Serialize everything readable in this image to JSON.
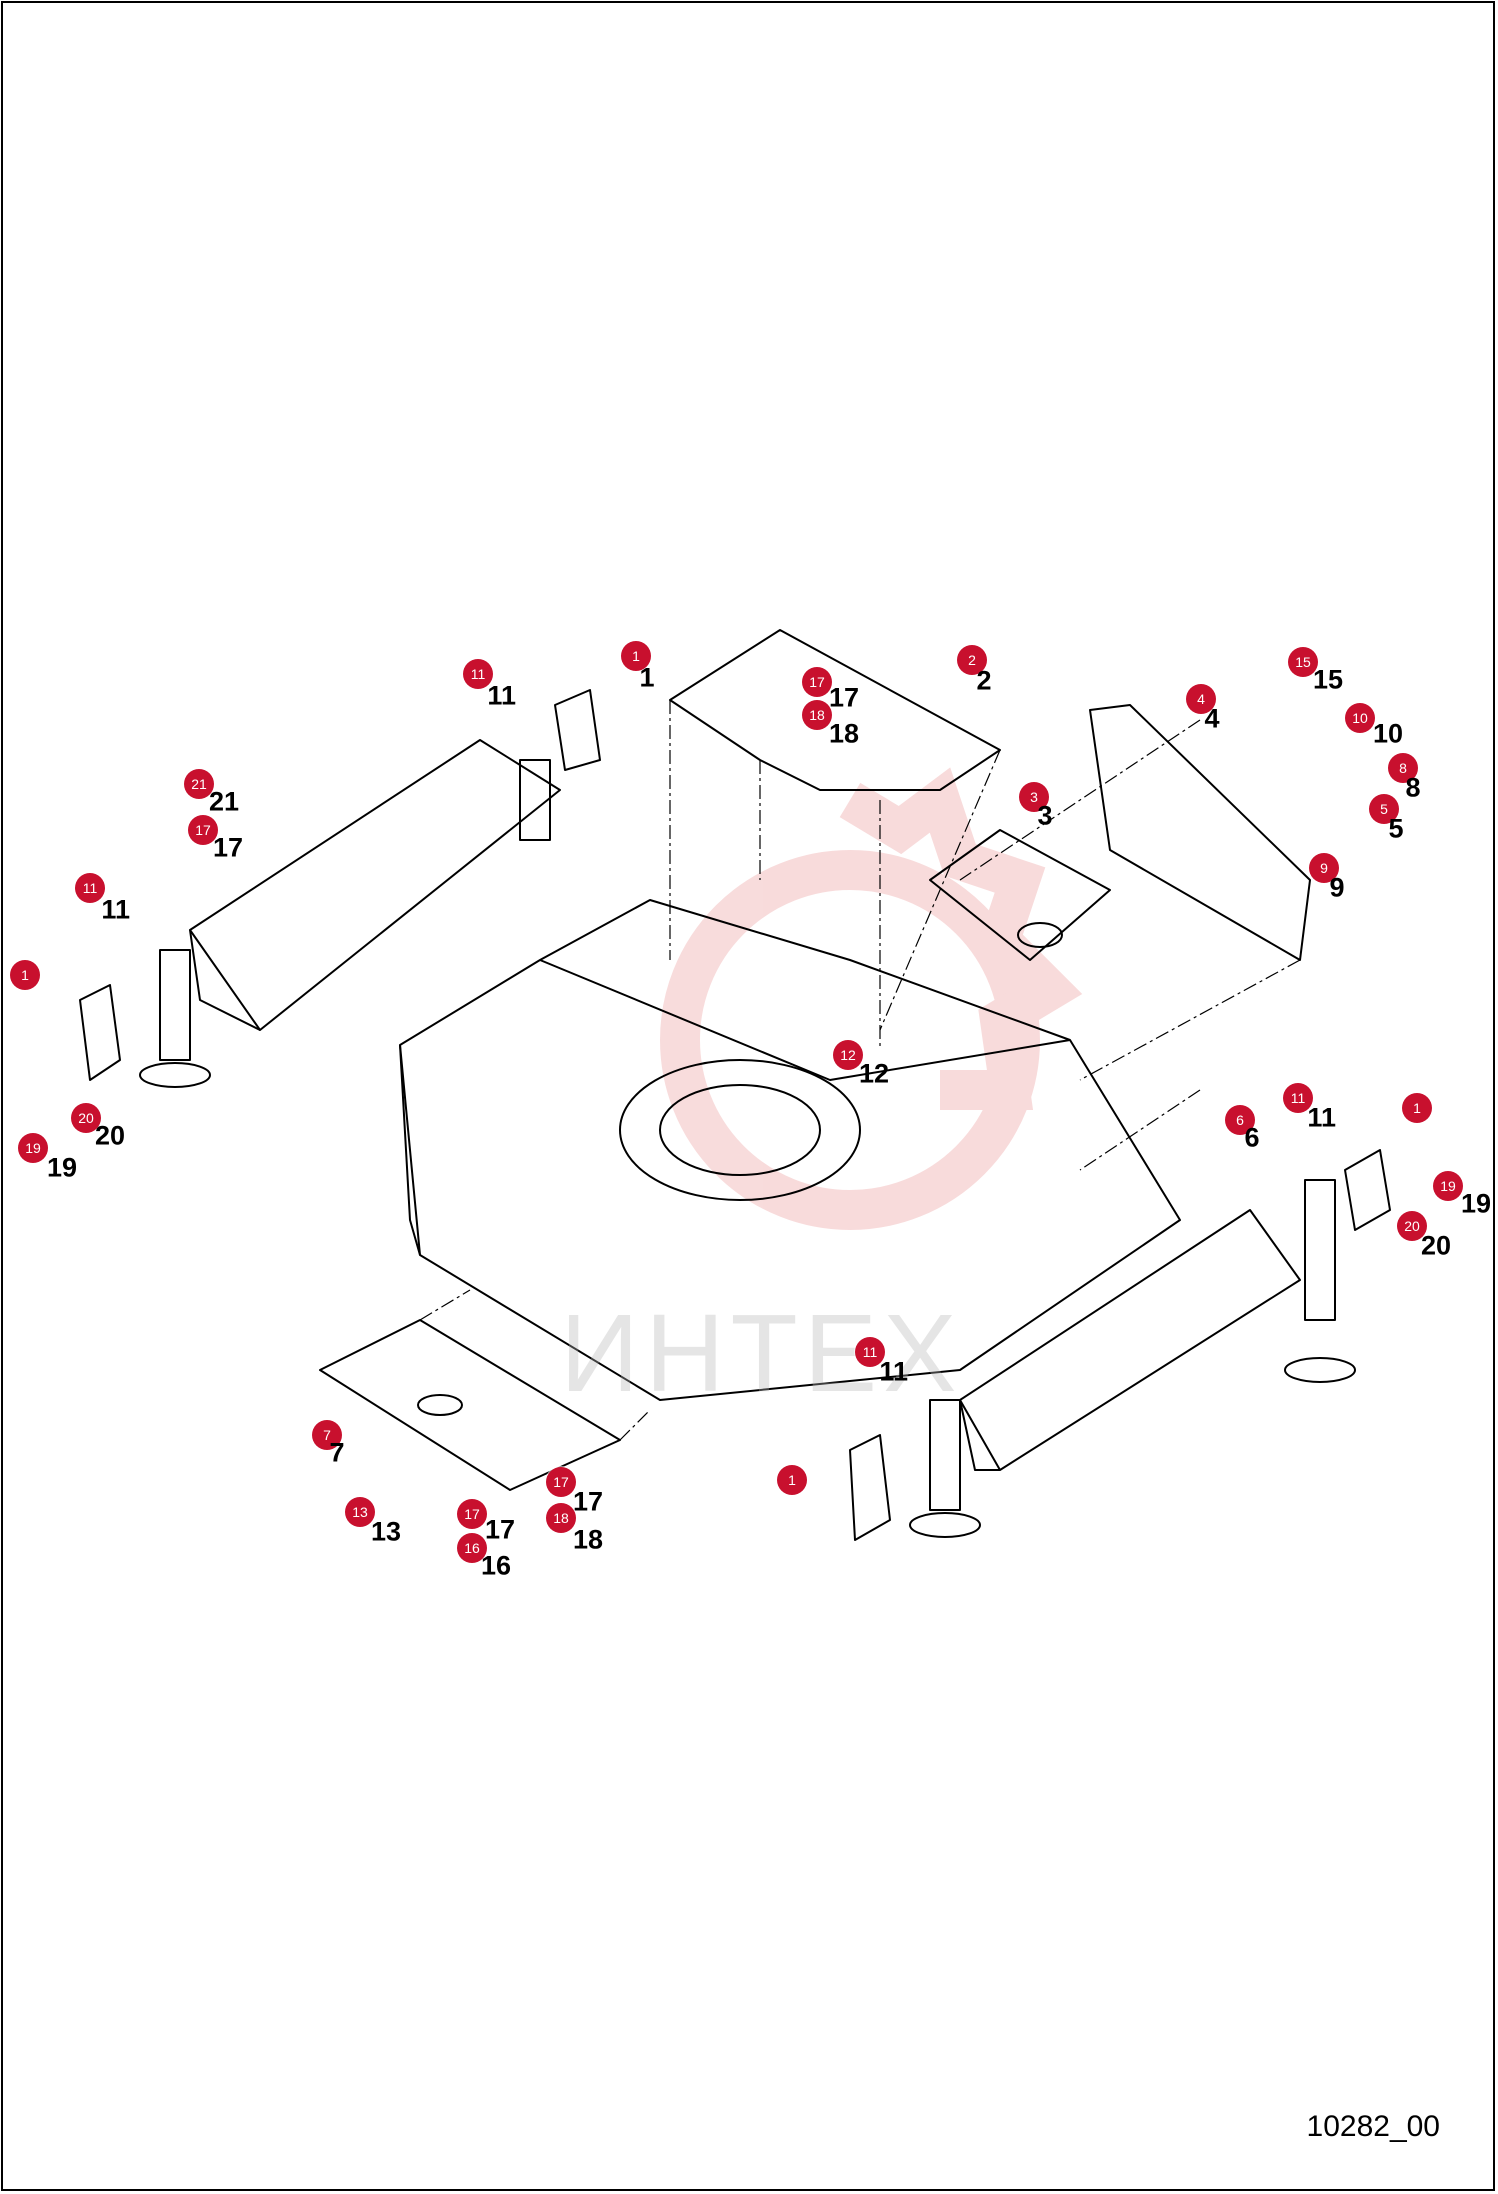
{
  "callouts": [
    {
      "n": "1"
    },
    {
      "n": "2"
    },
    {
      "n": "3"
    },
    {
      "n": "4"
    },
    {
      "n": "5"
    },
    {
      "n": "6"
    },
    {
      "n": "7"
    },
    {
      "n": "8"
    },
    {
      "n": "9"
    },
    {
      "n": "10"
    },
    {
      "n": "11"
    },
    {
      "n": "12"
    },
    {
      "n": "13"
    },
    {
      "n": "15"
    },
    {
      "n": "16"
    },
    {
      "n": "17"
    },
    {
      "n": "18"
    },
    {
      "n": "19"
    },
    {
      "n": "20"
    },
    {
      "n": "21"
    }
  ],
  "drawing_number": "10282_00",
  "watermark_text": "ИНТЕХ",
  "colors": {
    "callout": "#c8102e",
    "line": "#000000",
    "watermark": "#f2b8b8"
  }
}
